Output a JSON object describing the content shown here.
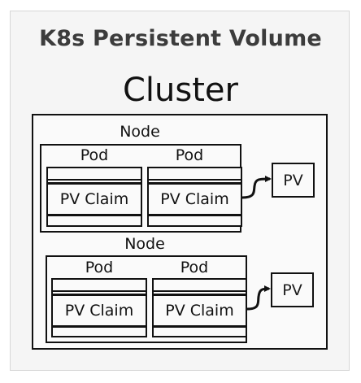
{
  "title": "K8s Persistent Volume",
  "cluster": {
    "label": "Cluster",
    "nodes": [
      {
        "label": "Node",
        "pods": [
          {
            "label": "Pod",
            "claim": "PV Claim"
          },
          {
            "label": "Pod",
            "claim": "PV Claim"
          }
        ],
        "pv": "PV"
      },
      {
        "label": "Node",
        "pods": [
          {
            "label": "Pod",
            "claim": "PV Claim"
          },
          {
            "label": "Pod",
            "claim": "PV Claim"
          }
        ],
        "pv": "PV"
      }
    ]
  }
}
